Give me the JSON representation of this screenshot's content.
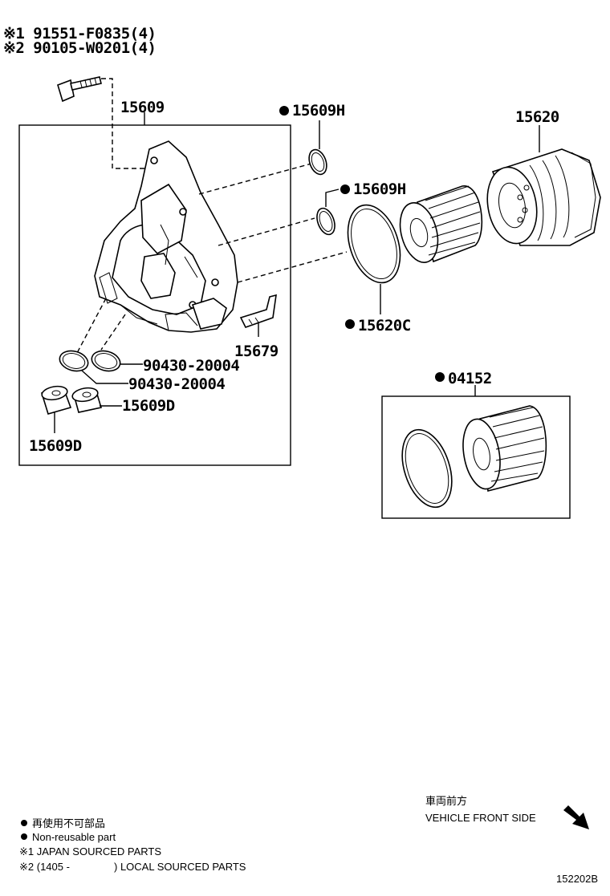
{
  "header_notes": {
    "note1": "※1 91551-F0835(4)",
    "note2": "※2 90105-W0201(4)"
  },
  "parts": {
    "housing": "15609",
    "oring_upper": "15609H",
    "oring_lower": "15609H",
    "filter_cap": "15620",
    "cap_oring": "15620C",
    "bracket": "15679",
    "gasket_a": "90430-20004",
    "gasket_b": "90430-20004",
    "plug_right": "15609D",
    "plug_left": "15609D",
    "element_kit": "04152"
  },
  "legend": {
    "nonreusable_jp": "再使用不可部品",
    "nonreusable_en": "Non-reusable part",
    "note1": "※1 JAPAN SOURCED PARTS",
    "note2_prefix": "※2 (1405 -",
    "note2_suffix": ") LOCAL SOURCED PARTS"
  },
  "direction": {
    "jp": "車両前方",
    "en": "VEHICLE FRONT SIDE"
  },
  "diagram_id": "152202B"
}
